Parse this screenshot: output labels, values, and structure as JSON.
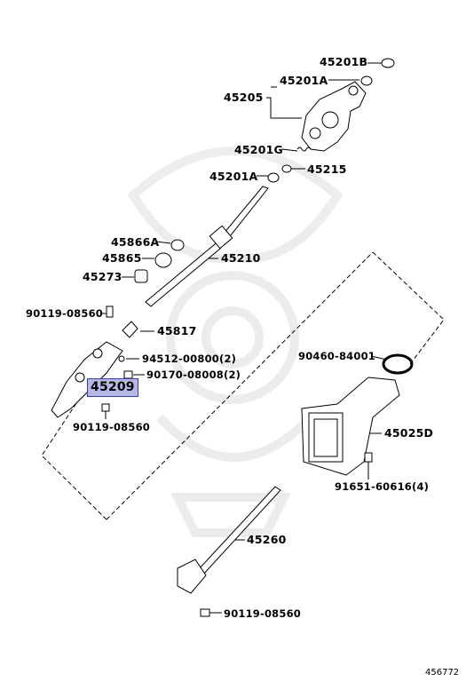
{
  "parts": {
    "p45201B": "45201B",
    "p45201A_top": "45201A",
    "p45205": "45205",
    "p45201G": "45201G",
    "p45215": "45215",
    "p45201A_mid": "45201A",
    "p45866A": "45866A",
    "p45865": "45865",
    "p45210": "45210",
    "p45273": "45273",
    "p90119_08560_a": "90119-08560",
    "p45817": "45817",
    "p94512": "94512-00800(2)",
    "p45209": "45209",
    "p90170": "90170-08008(2)",
    "p90119_08560_b": "90119-08560",
    "p90460": "90460-84001",
    "p45025D": "45025D",
    "p91651": "91651-60616(4)",
    "p45260": "45260",
    "p90119_08560_c": "90119-08560"
  },
  "highlight_color": "#b6b8e8",
  "figure_id": "456772"
}
